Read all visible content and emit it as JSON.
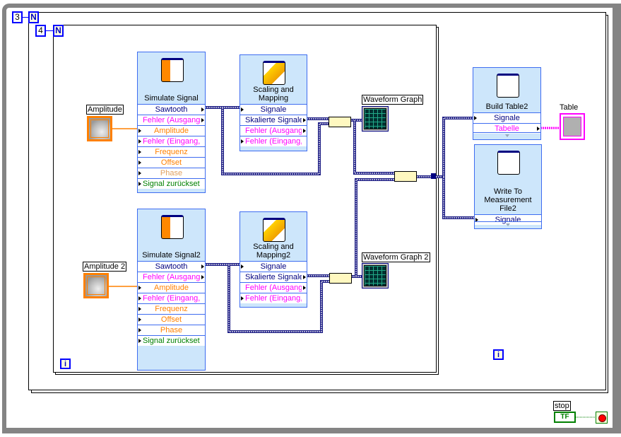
{
  "colors": {
    "wire_signal": "#1c1c84",
    "wire_numeric": "#ff8000",
    "wire_table": "#ff00ff",
    "wire_bool": "#008000",
    "node_bg": "#cde6fb",
    "node_border": "#3e6cf0",
    "while_border": "#848484"
  },
  "outer_loop": {
    "count": "3",
    "n_label": "N",
    "i_label": "i"
  },
  "inner_loop": {
    "count": "4",
    "n_label": "N",
    "i_label": "i"
  },
  "controls": {
    "amplitude1": "Amplitude",
    "amplitude2": "Amplitude 2",
    "stop": "stop",
    "stop_terminal": "TF"
  },
  "indicators": {
    "graph1": "Waveform Graph",
    "graph2": "Waveform Graph 2",
    "table": "Table"
  },
  "nodes": {
    "sim1": {
      "title": "Simulate Signal",
      "rows": [
        {
          "label": "Sawtooth",
          "color": "#000080",
          "dir": "out"
        },
        {
          "label": "Fehler (Ausgang)",
          "color": "#ff00ff",
          "dir": "out"
        },
        {
          "label": "Amplitude",
          "color": "#ff8000",
          "dir": "in"
        },
        {
          "label": "Fehler (Eingang, k",
          "color": "#ff00ff",
          "dir": "in"
        },
        {
          "label": "Frequenz",
          "color": "#ff8000",
          "dir": "in"
        },
        {
          "label": "Offset",
          "color": "#ff8000",
          "dir": "in"
        },
        {
          "label": "Phase",
          "color": "#e0a060",
          "dir": "in"
        },
        {
          "label": "Signal zurücksetze",
          "color": "#008000",
          "dir": "in"
        }
      ]
    },
    "scale1": {
      "title": "Scaling and Mapping",
      "rows": [
        {
          "label": "Signale",
          "color": "#000080",
          "dir": "in"
        },
        {
          "label": "Skalierte Signale",
          "color": "#000080",
          "dir": "out"
        },
        {
          "label": "Fehler (Ausgang)",
          "color": "#ff00ff",
          "dir": "out"
        },
        {
          "label": "Fehler (Eingang, k",
          "color": "#ff00ff",
          "dir": "in"
        }
      ]
    },
    "sim2": {
      "title": "Simulate Signal2",
      "rows": [
        {
          "label": "Sawtooth",
          "color": "#000080",
          "dir": "out"
        },
        {
          "label": "Fehler (Ausgang)",
          "color": "#ff00ff",
          "dir": "out"
        },
        {
          "label": "Amplitude",
          "color": "#ff8000",
          "dir": "in"
        },
        {
          "label": "Fehler (Eingang, k",
          "color": "#ff00ff",
          "dir": "in"
        },
        {
          "label": "Frequenz",
          "color": "#ff8000",
          "dir": "in"
        },
        {
          "label": "Offset",
          "color": "#ff8000",
          "dir": "in"
        },
        {
          "label": "Phase",
          "color": "#ff8000",
          "dir": "in"
        },
        {
          "label": "Signal zurücksetze",
          "color": "#008000",
          "dir": "in"
        }
      ]
    },
    "scale2": {
      "title": "Scaling and Mapping2",
      "rows": [
        {
          "label": "Signale",
          "color": "#000080",
          "dir": "in"
        },
        {
          "label": "Skalierte Signale",
          "color": "#000080",
          "dir": "out"
        },
        {
          "label": "Fehler (Ausgang)",
          "color": "#ff00ff",
          "dir": "out"
        },
        {
          "label": "Fehler (Eingang, k",
          "color": "#ff00ff",
          "dir": "in"
        }
      ]
    },
    "table": {
      "title": "Build Table2",
      "rows": [
        {
          "label": "Signale",
          "color": "#000080",
          "dir": "in"
        },
        {
          "label": "Tabelle",
          "color": "#ff00ff",
          "dir": "out"
        }
      ]
    },
    "write": {
      "title": "Write To Measurement File2",
      "rows": [
        {
          "label": "Signale",
          "color": "#000080",
          "dir": "in"
        }
      ]
    }
  }
}
